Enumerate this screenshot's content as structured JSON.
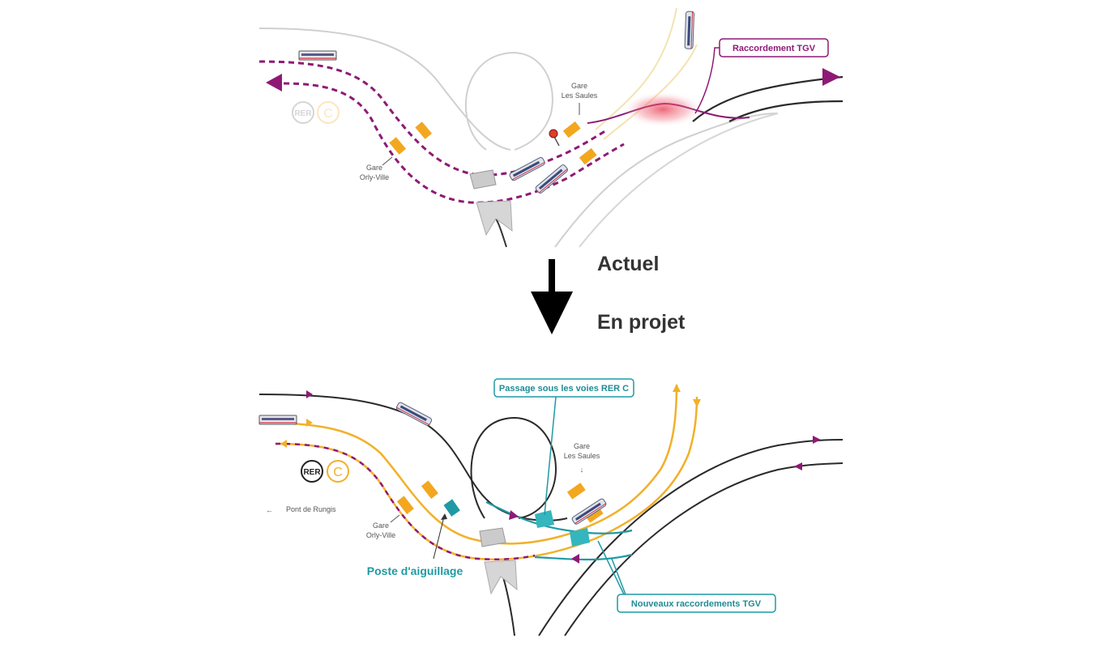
{
  "headings": {
    "current": "Actuel",
    "planned": "En projet"
  },
  "top_panel": {
    "callout": "Raccordement TGV",
    "station_orly_line1": "Gare",
    "station_orly_line2": "Orly-Ville",
    "station_saules_line1": "Gare",
    "station_saules_line2": "Les Saules",
    "badge_rer": "RER",
    "badge_c": "C"
  },
  "bottom_panel": {
    "callout_passage": "Passage sous les voies RER C",
    "callout_new": "Nouveaux raccordements TGV",
    "label_poste": "Poste d'aiguillage",
    "station_orly_line1": "Gare",
    "station_orly_line2": "Orly-Ville",
    "station_saules_line1": "Gare",
    "station_saules_line2": "Les Saules",
    "pont_rungis": "Pont de Rungis",
    "arrow_left": "←",
    "arrow_down": "↓",
    "badge_rer": "RER",
    "badge_c": "C"
  },
  "colors": {
    "tgv_purple": "#8e1a75",
    "rer_yellow": "#f2b02a",
    "teal": "#1f9aa3",
    "dark_track": "#2a2a2a",
    "light_track": "#cfcfcf"
  },
  "icons": [
    "train-icon",
    "direction-arrow-icon",
    "down-arrow-icon"
  ]
}
